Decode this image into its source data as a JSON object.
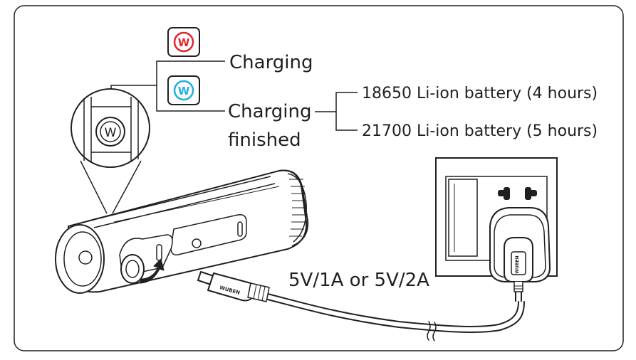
{
  "indicator": {
    "charging_label": "Charging",
    "finished_label_line1": "Charging",
    "finished_label_line2": "finished",
    "icon_letter": "W",
    "charging_color": "#e0262f",
    "finished_color": "#22aee6"
  },
  "battery_options": [
    {
      "label": "18650 Li-ion battery (4 hours)"
    },
    {
      "label": "21700 Li-ion battery (5 hours)"
    }
  ],
  "power": {
    "label": "5V/1A or 5V/2A"
  },
  "cable": {
    "brand": "WUBEN"
  },
  "colors": {
    "line": "#231f20",
    "frame": "#231f20",
    "background": "#ffffff"
  }
}
